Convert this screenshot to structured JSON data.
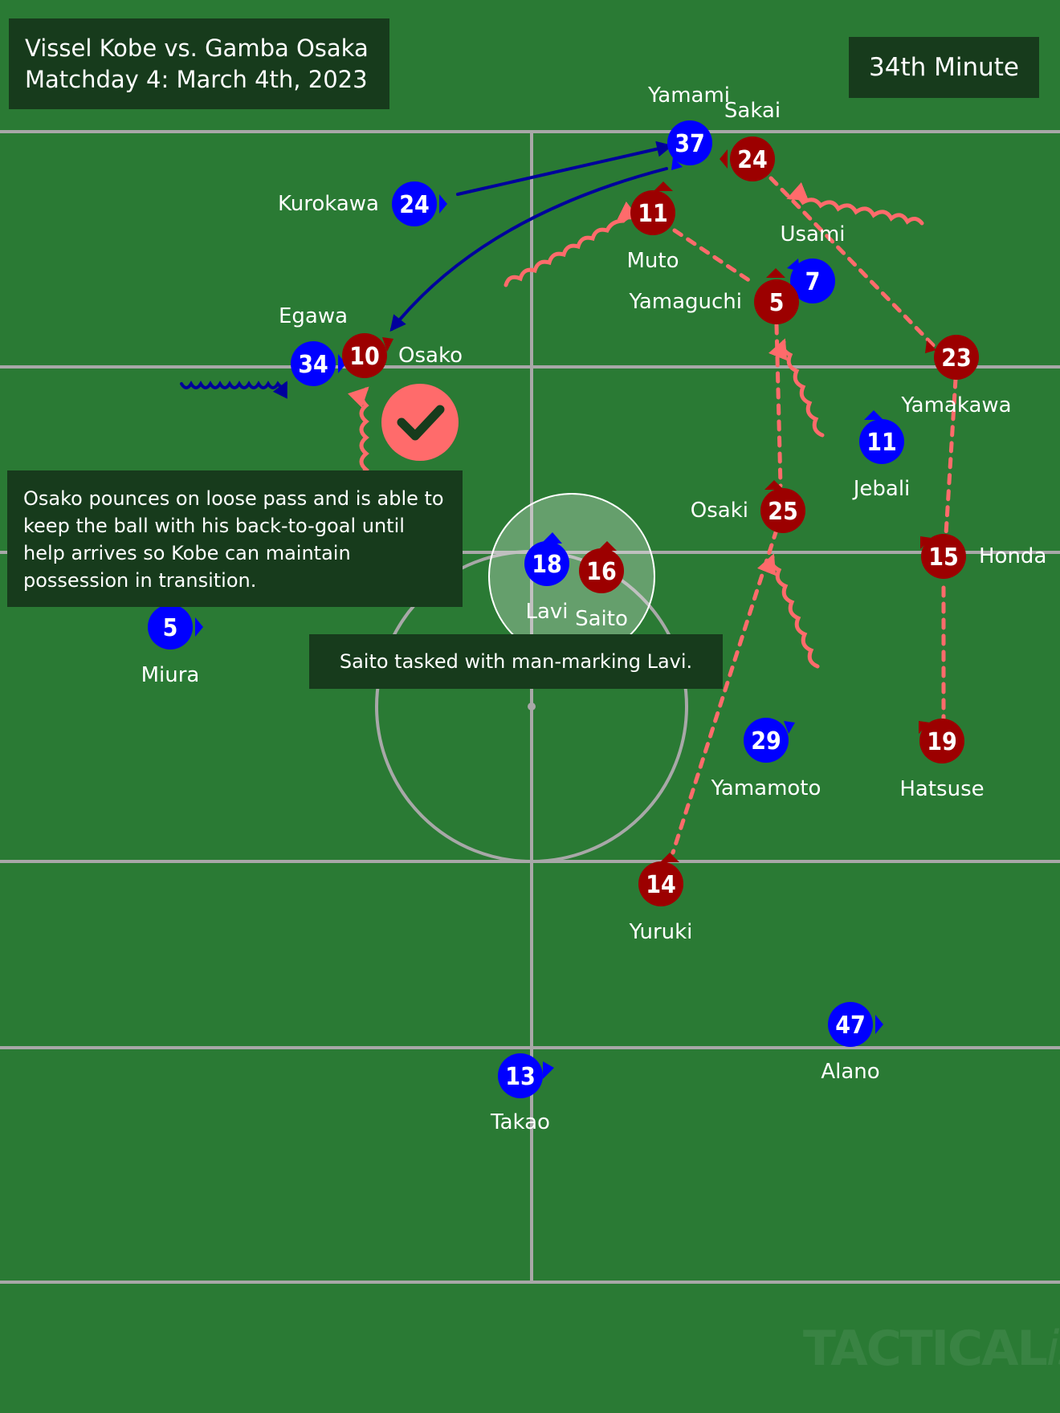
{
  "header": {
    "match": "Vissel Kobe vs. Gamba Osaka",
    "date": "Matchday 4: March 4th, 2023",
    "minute": "34th Minute"
  },
  "notes": {
    "osako": "Osako pounces on loose pass and is able to keep the ball with his back-to-goal until help arrives so Kobe can maintain possession in transition.",
    "saito": "Saito tasked with man-marking Lavi."
  },
  "watermark": {
    "main": "TACTICAL",
    "suffix": "ista"
  },
  "colors": {
    "pitch": "#2a7a34",
    "lines": "#a8a8a8",
    "kobe": "#0000ff",
    "gamba": "#9c0000",
    "kobe_arrow": "#00009c",
    "gamba_arrow": "#ff6b6b",
    "box_bg": "#173b1c"
  },
  "players": {
    "kobe": [
      {
        "number": "37",
        "name": "Yamami"
      },
      {
        "number": "24",
        "name": "Kurokawa"
      },
      {
        "number": "34",
        "name": "Egawa"
      },
      {
        "number": "7",
        "name": "Usami"
      },
      {
        "number": "11",
        "name": "Jebali"
      },
      {
        "number": "18",
        "name": "Lavi"
      },
      {
        "number": "5",
        "name": "Miura"
      },
      {
        "number": "29",
        "name": "Yamamoto"
      },
      {
        "number": "47",
        "name": "Alano"
      },
      {
        "number": "13",
        "name": "Takao"
      }
    ],
    "gamba": [
      {
        "number": "24",
        "name": "Sakai"
      },
      {
        "number": "11",
        "name": "Muto"
      },
      {
        "number": "5",
        "name": "Yamaguchi"
      },
      {
        "number": "10",
        "name": "Osako"
      },
      {
        "number": "23",
        "name": "Yamakawa"
      },
      {
        "number": "25",
        "name": "Osaki"
      },
      {
        "number": "15",
        "name": "Honda"
      },
      {
        "number": "16",
        "name": "Saito"
      },
      {
        "number": "19",
        "name": "Hatsuse"
      },
      {
        "number": "14",
        "name": "Yuruki"
      }
    ]
  },
  "icons": {
    "success": "checkmark-icon"
  }
}
